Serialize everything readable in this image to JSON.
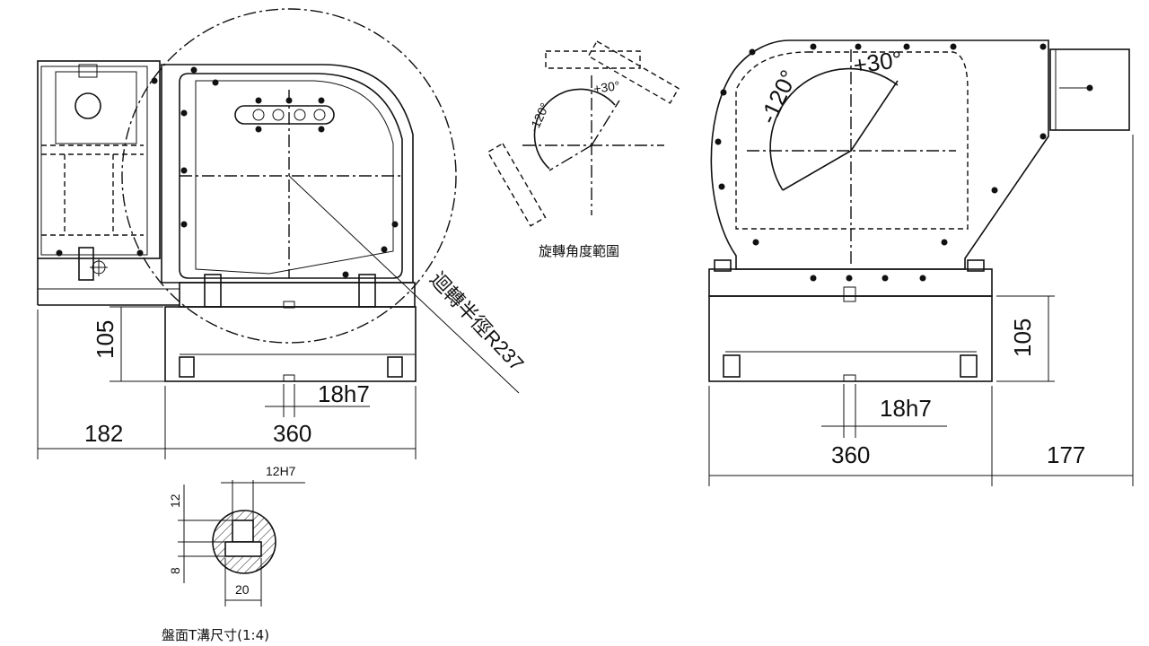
{
  "left_view": {
    "dim_width_motor": "182",
    "dim_width_base": "360",
    "dim_height_base": "105",
    "dim_slot": "18h7",
    "swing_radius_label": "迴轉半徑R237"
  },
  "rotation_diagram": {
    "angle_negative": "-120°",
    "angle_positive": "+30°",
    "caption": "旋轉角度範圍"
  },
  "t_slot_detail": {
    "dim_top_width": "12H7",
    "dim_top_height": "12",
    "dim_bottom_height": "8",
    "dim_bottom_width": "20",
    "caption": "盤面T溝尺寸(1:4)"
  },
  "right_view": {
    "angle_negative": "-120°",
    "angle_positive": "+30°",
    "dim_height_base": "105",
    "dim_slot": "18h7",
    "dim_width_base": "360",
    "dim_width_motor": "177"
  }
}
